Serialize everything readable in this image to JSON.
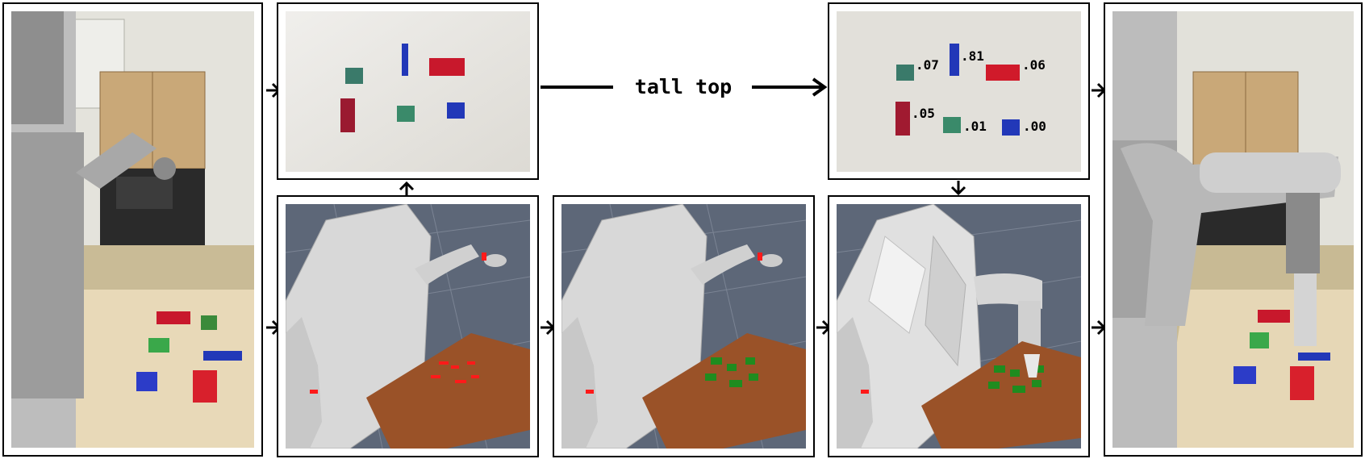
{
  "pipeline": {
    "query_label": "tall top",
    "scores": [
      ".07",
      ".81",
      ".06",
      ".05",
      ".01",
      ".00"
    ]
  },
  "panels": [
    {
      "id": "real-robot-scene-before",
      "description_icon": "photo"
    },
    {
      "id": "tabletop-camera-view",
      "description_icon": "photo"
    },
    {
      "id": "scored-tabletop-view",
      "description_icon": "photo"
    },
    {
      "id": "real-robot-scene-after",
      "description_icon": "photo"
    },
    {
      "id": "sim-robot-detected-objects",
      "description_icon": "render"
    },
    {
      "id": "sim-robot-modeled-objects",
      "description_icon": "render"
    },
    {
      "id": "sim-robot-grasp-plan",
      "description_icon": "render"
    }
  ],
  "colors": {
    "red_block": "#c8182c",
    "blue_block": "#2238b8",
    "green_block": "#3a8a6a",
    "sim_floor": "#5d6778",
    "sim_table": "#9a5228",
    "sim_green": "#1f8c1f",
    "sim_red": "#ff1a1a",
    "robot_gray": "#d8d8d8"
  }
}
